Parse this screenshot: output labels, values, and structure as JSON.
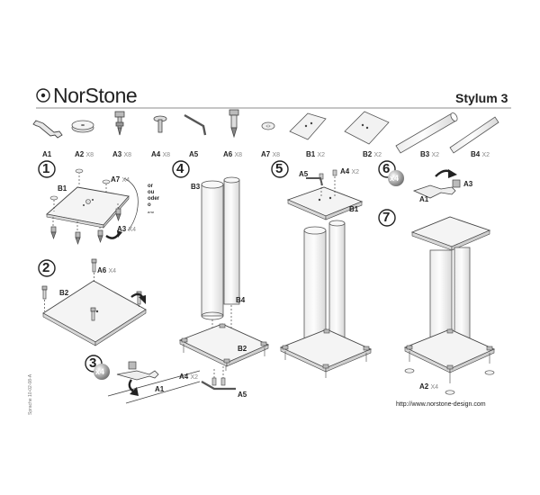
{
  "header": {
    "brand": "NorStone",
    "model": "Stylum 3",
    "side_code": "Sprache 10-02-08-A",
    "url": "http://www.norstone-design.com"
  },
  "parts": [
    {
      "id": "A1",
      "qty": ""
    },
    {
      "id": "A2",
      "qty": "X8"
    },
    {
      "id": "A3",
      "qty": "X8"
    },
    {
      "id": "A4",
      "qty": "X8"
    },
    {
      "id": "A5",
      "qty": ""
    },
    {
      "id": "A6",
      "qty": "X8"
    },
    {
      "id": "A7",
      "qty": "X8"
    },
    {
      "id": "B1",
      "qty": "X2"
    },
    {
      "id": "B2",
      "qty": "X2"
    },
    {
      "id": "B3",
      "qty": "X2"
    },
    {
      "id": "B4",
      "qty": "X2"
    }
  ],
  "steps": {
    "s1": {
      "num": "1",
      "or_words": [
        "or",
        "ou",
        "oder",
        "o",
        "или"
      ],
      "labels": {
        "b1": "B1",
        "a7": "A7",
        "a7q": "X4",
        "a3": "A3",
        "a3q": "X4"
      }
    },
    "s2": {
      "num": "2",
      "labels": {
        "a6": "A6",
        "a6q": "X4",
        "b2": "B2"
      }
    },
    "s3": {
      "num": "3",
      "badge": "x4",
      "labels": {
        "a1": "A1"
      }
    },
    "s4": {
      "num": "4",
      "labels": {
        "b3": "B3",
        "b4": "B4",
        "b2": "B2",
        "a4": "A4",
        "a4q": "X2",
        "a5": "A5"
      }
    },
    "s5": {
      "num": "5",
      "labels": {
        "a5": "A5",
        "a4": "A4",
        "a4q": "X2",
        "b1": "B1"
      }
    },
    "s6": {
      "num": "6",
      "badge": "x4",
      "labels": {
        "a1": "A1",
        "a3": "A3"
      }
    },
    "s7": {
      "num": "7",
      "labels": {
        "a2": "A2",
        "a2q": "X4"
      }
    }
  }
}
